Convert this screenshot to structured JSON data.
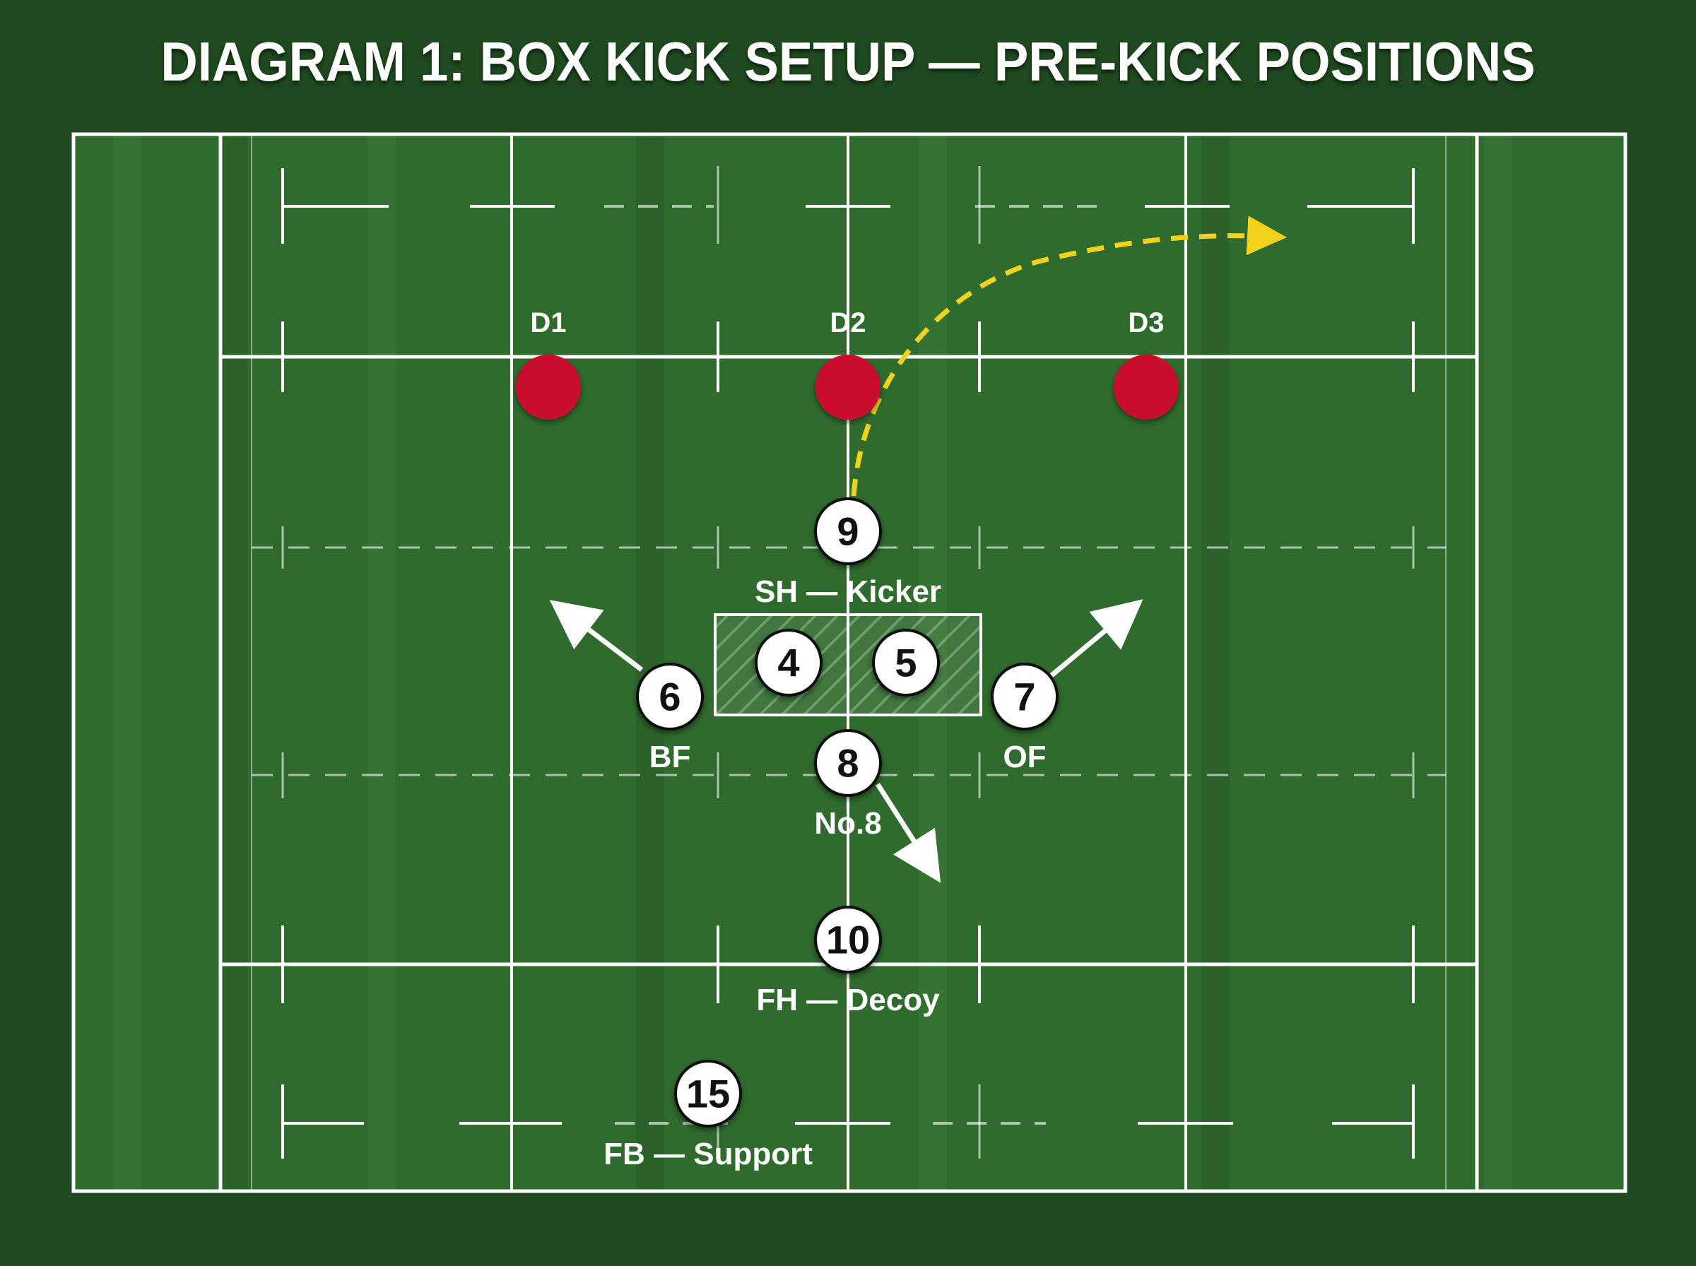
{
  "title": "DIAGRAM 1: BOX KICK SETUP — PRE-KICK POSITIONS",
  "colors": {
    "pitch": "#2f6b2d",
    "pitch_stripe": "#347331",
    "background": "#1f4a1f",
    "lines": "#ffffff",
    "defender": "#c8102e",
    "kick_path": "#f2d21b",
    "player_fill": "#ffffff",
    "player_text": "#111111"
  },
  "defenders": [
    {
      "label": "D1"
    },
    {
      "label": "D2"
    },
    {
      "label": "D3"
    }
  ],
  "players": {
    "scrum_half": {
      "number": "9",
      "label": "SH — Kicker"
    },
    "lock_left": {
      "number": "4",
      "label": ""
    },
    "lock_right": {
      "number": "5",
      "label": ""
    },
    "blindside_flanker": {
      "number": "6",
      "label": "BF"
    },
    "openside_flanker": {
      "number": "7",
      "label": "OF"
    },
    "number_eight": {
      "number": "8",
      "label": "No.8"
    },
    "fly_half": {
      "number": "10",
      "label": "FH — Decoy"
    },
    "full_back": {
      "number": "15",
      "label": "FB — Support"
    }
  },
  "icons": {
    "kick_path": "dashed-curved-arrow",
    "run_lines": "solid-arrow",
    "scrum": "hatched-rectangle"
  }
}
